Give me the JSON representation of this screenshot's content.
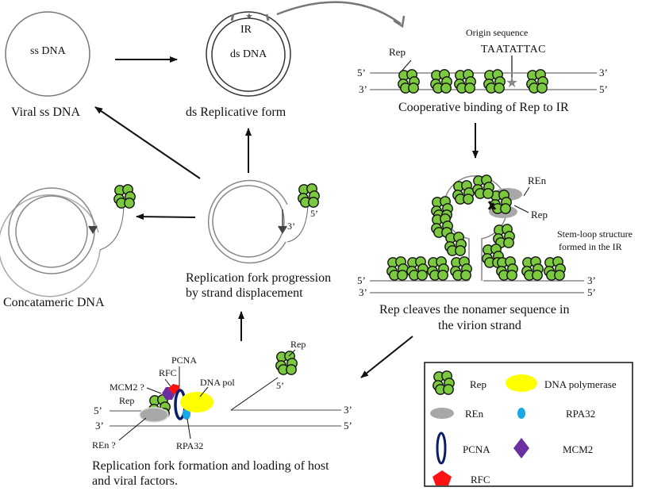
{
  "colors": {
    "rep_fill": "#7cc940",
    "rep_stroke": "#111111",
    "ren_fill": "#a8a8a8",
    "dna_polymerase": "#ffff00",
    "rpa32": "#1ba8e8",
    "pcna": "#0a1f6b",
    "mcm2": "#6a2fa0",
    "rfc": "#ff1111",
    "dna_line": "#888888",
    "arrow": "#111111"
  },
  "stages": {
    "viral_ss_dna": {
      "inner_label": "ss DNA",
      "caption": "Viral ss DNA"
    },
    "ds_replicative_form": {
      "ir_label": "IR",
      "inner_label": "ds DNA",
      "caption": "ds Replicative form"
    },
    "cooperative_binding": {
      "rep_label": "Rep",
      "origin_title": "Origin sequence",
      "origin_sequence": "TAATATTAC",
      "top_left": "5’",
      "top_right": "3’",
      "bottom_left": "3’",
      "bottom_right": "5’",
      "caption": "Cooperative binding of Rep to IR"
    },
    "stem_loop": {
      "ren_label": "REn",
      "rep_label": "Rep",
      "note_line1": "Stem-loop structure",
      "note_line2": "formed in the IR",
      "top_left": "5’",
      "top_right": "3’",
      "bottom_left": "3’",
      "bottom_right": "5’",
      "caption_line1": "Rep cleaves the nonamer sequence  in",
      "caption_line2": "the virion strand"
    },
    "fork_formation": {
      "rfc_label": "RFC",
      "pcna_label": "PCNA",
      "mcm2_label": "MCM2 ?",
      "dna_pol_label": "DNA pol",
      "rep_label": "Rep",
      "ren_label": "REn ?",
      "rpa32_label": "RPA32",
      "free_rep_label": "Rep",
      "free_end_label": "5’",
      "top_left": "5’",
      "top_right": "3’",
      "bottom_left": "3’",
      "bottom_right": "5’",
      "caption_line1": "Replication fork formation and loading of host",
      "caption_line2": "and viral factors."
    },
    "fork_progression": {
      "end_3": "3’",
      "end_5": "5’",
      "caption_line1": "Replication fork progression",
      "caption_line2": "by strand displacement"
    },
    "concatameric": {
      "caption": "Concatameric DNA"
    }
  },
  "legend": {
    "items": [
      {
        "icon": "rep-icon",
        "label": "Rep"
      },
      {
        "icon": "dna-polymerase-icon",
        "label": "DNA polymerase"
      },
      {
        "icon": "ren-icon",
        "label": "REn"
      },
      {
        "icon": "rpa32-icon",
        "label": "RPA32"
      },
      {
        "icon": "pcna-icon",
        "label": "PCNA"
      },
      {
        "icon": "mcm2-icon",
        "label": "MCM2"
      },
      {
        "icon": "rfc-icon",
        "label": "RFC"
      }
    ]
  }
}
